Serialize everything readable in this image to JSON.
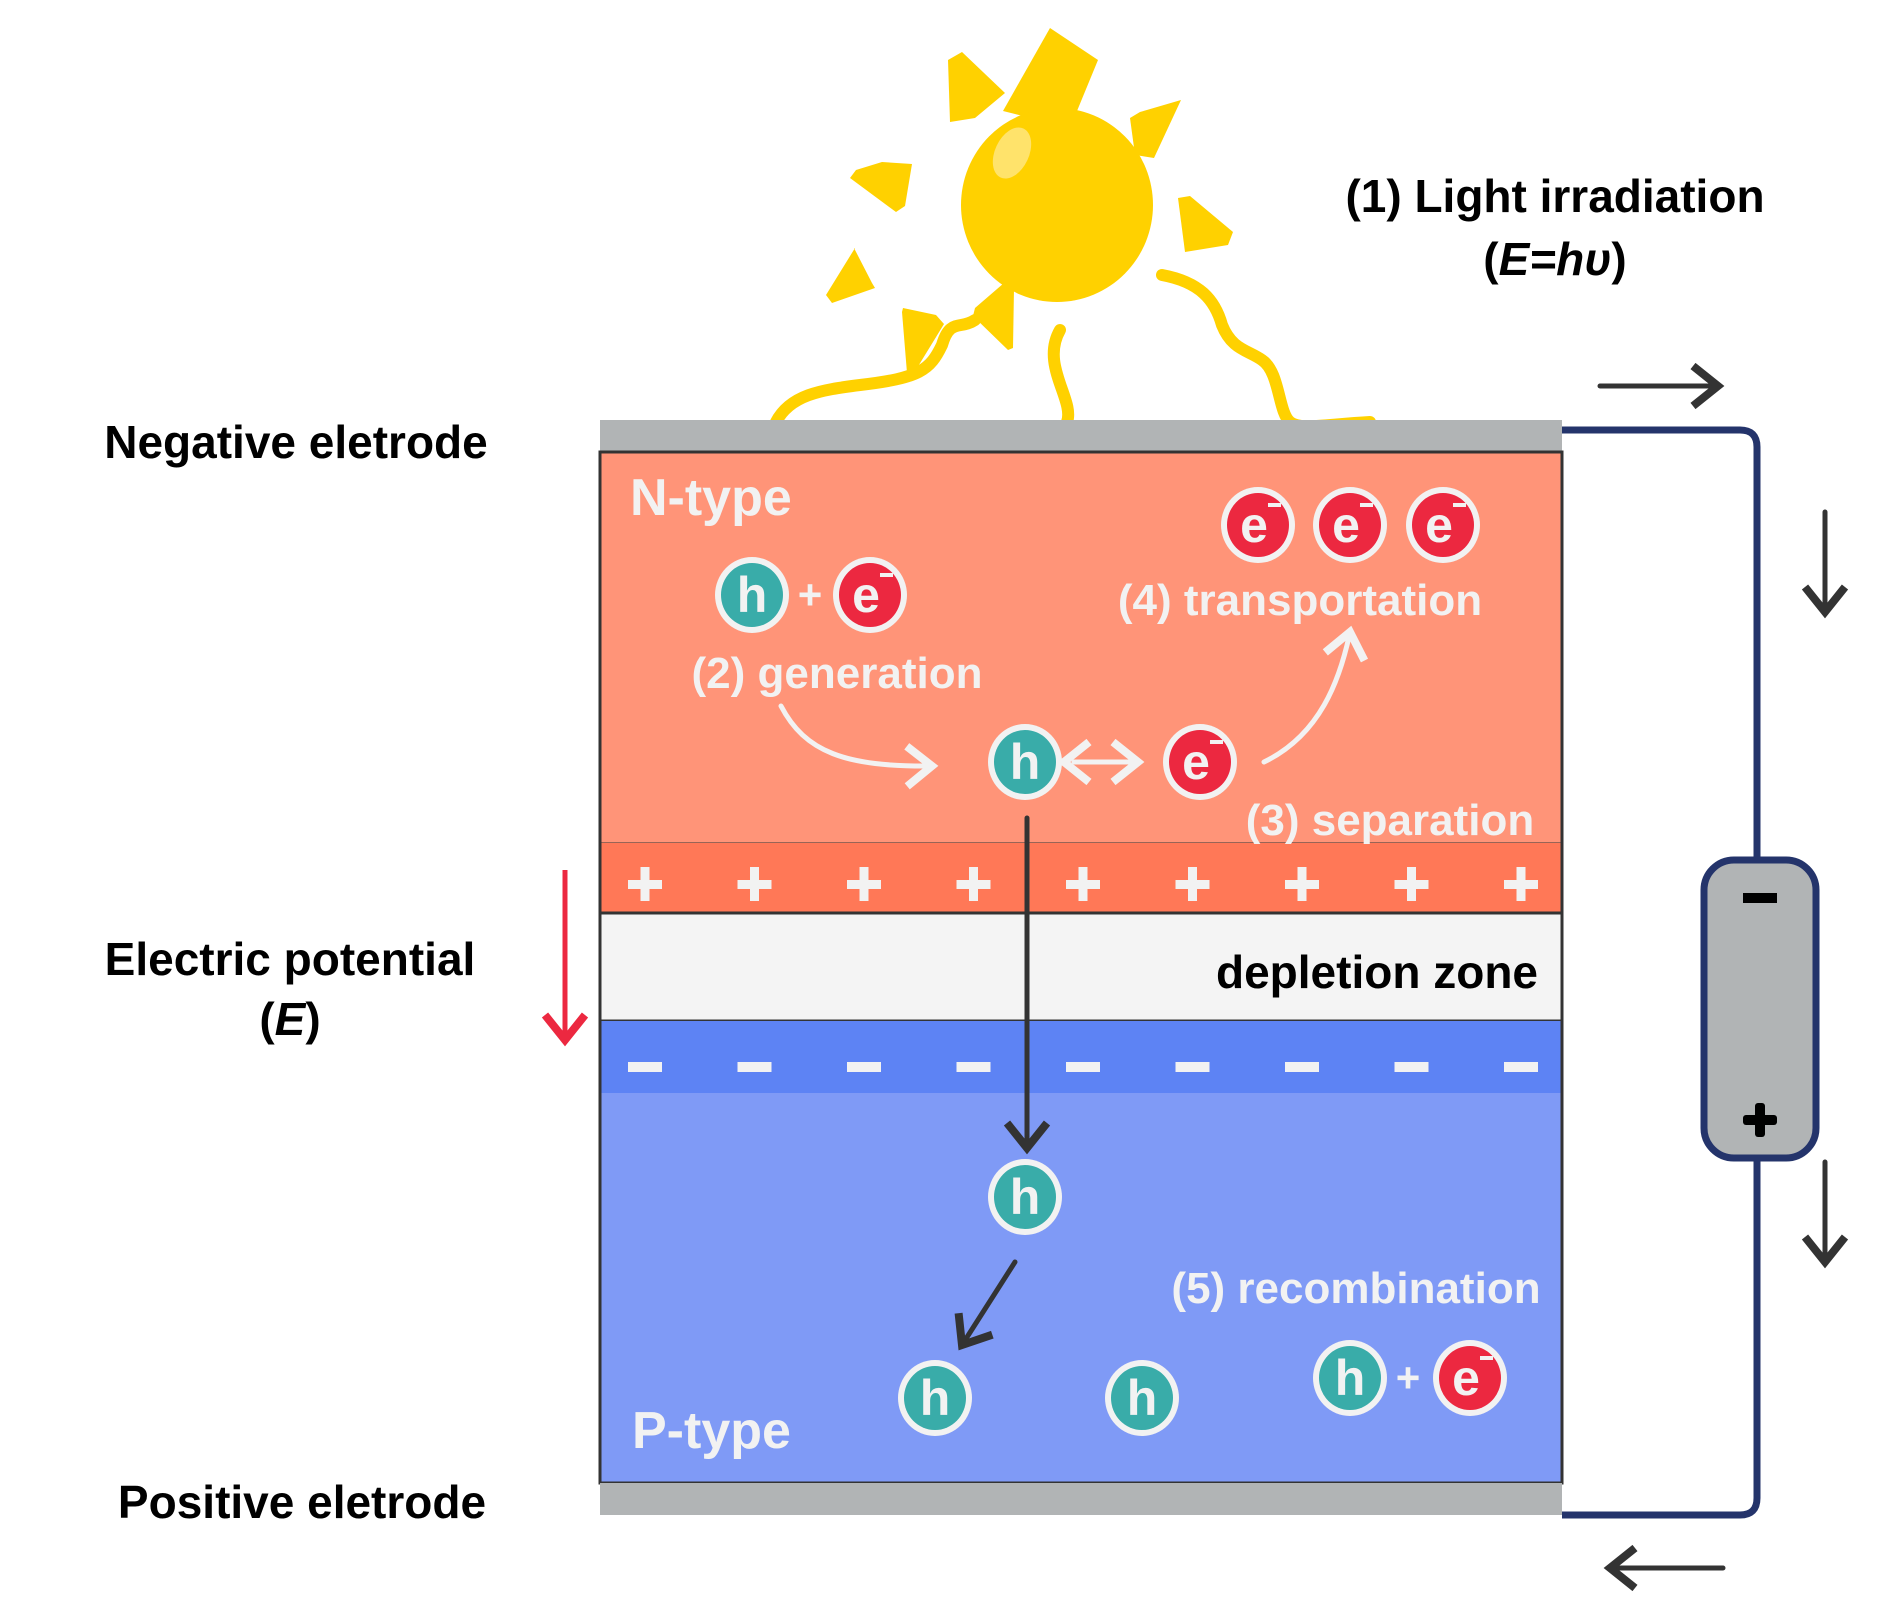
{
  "title": "Solar cell photovoltaic process (p-n junction)",
  "labels": {
    "light_irradiation_line1": "(1) Light irradiation",
    "light_irradiation_line2_open": "(",
    "light_irradiation_formula": "E=hυ",
    "light_irradiation_line2_close": ")",
    "negative_electrode": "Negative eletrode",
    "positive_electrode": "Positive eletrode",
    "electric_potential_line1": "Electric potential",
    "electric_potential_line2_open": "(",
    "electric_potential_symbol": "E",
    "electric_potential_line2_close": ")",
    "n_type": "N-type",
    "p_type": "P-type",
    "depletion_zone": "depletion zone",
    "generation": "(2) generation",
    "separation": "(3) separation",
    "transportation": "(4) transportation",
    "recombination": "(5) recombination"
  },
  "particles": {
    "hole_symbol": "h",
    "electron_symbol": "e",
    "electron_charge": "−",
    "plus": "+"
  },
  "charge_band": {
    "plus_symbol": "+",
    "minus_symbol": "−",
    "count": 9
  },
  "battery": {
    "negative_terminal": "−",
    "positive_terminal": "+"
  },
  "colors": {
    "sun": "#ffd100",
    "sun_highlight": "#ffe36b",
    "electrode": "#b1b4b5",
    "n_type": "#ff9478",
    "plus_band": "#ff7857",
    "depletion": "#f4f4f4",
    "minus_band": "#5d83f4",
    "p_type": "#7f9af6",
    "hole": "#39aca9",
    "electron": "#ec2840",
    "wire": "#24346b",
    "arrow": "#333333",
    "potential_arrow": "#ec2840",
    "label_light": "#f2f2f2"
  }
}
